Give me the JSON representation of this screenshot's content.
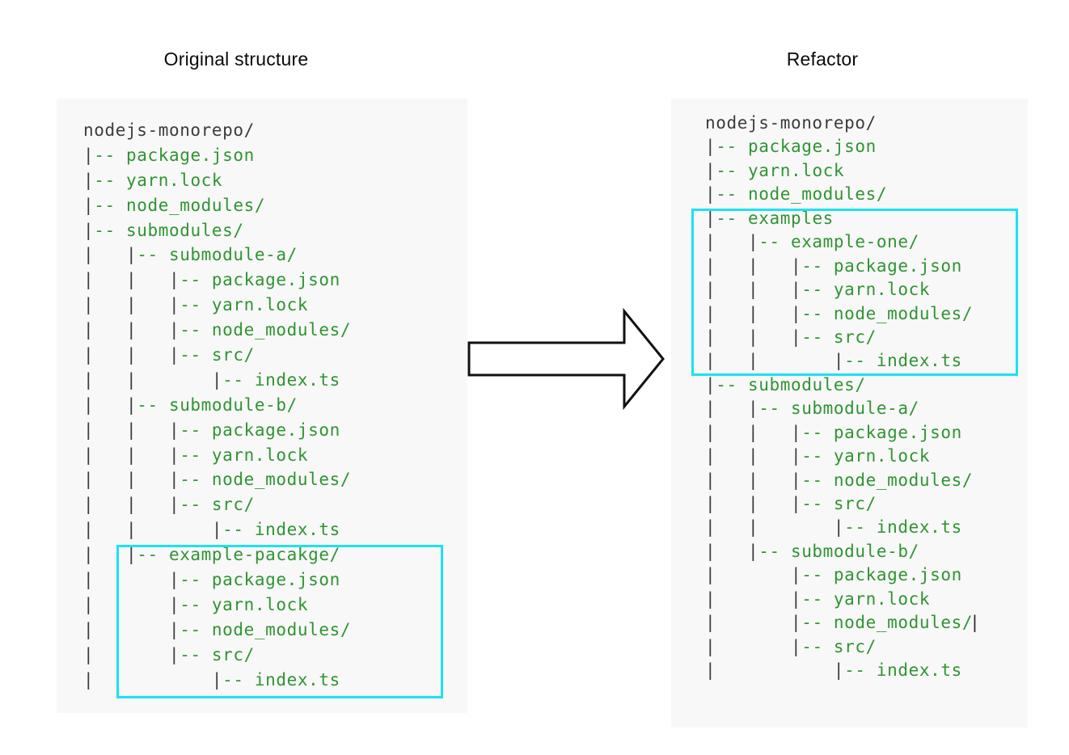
{
  "titles": {
    "left": "Original structure",
    "right": "Refactor"
  },
  "colors": {
    "green": "#2f9432",
    "dark": "#3c3c3c",
    "panel_bg": "#f8f8f8",
    "highlight": "#1be2f2",
    "title": "#0a0a0a",
    "page_bg": "#ffffff"
  },
  "left_tree": {
    "lines": [
      [
        [
          "nodejs-monorepo/",
          "d"
        ]
      ],
      [
        [
          "|",
          "d"
        ],
        [
          "-- package.json",
          "g"
        ]
      ],
      [
        [
          "|",
          "d"
        ],
        [
          "-- yarn.lock",
          "g"
        ]
      ],
      [
        [
          "|",
          "d"
        ],
        [
          "-- node_modules/",
          "g"
        ]
      ],
      [
        [
          "|",
          "d"
        ],
        [
          "-- submodules/",
          "g"
        ]
      ],
      [
        [
          "|   |",
          "d"
        ],
        [
          "-- submodule-a/",
          "g"
        ]
      ],
      [
        [
          "|   |   |",
          "d"
        ],
        [
          "-- package.json",
          "g"
        ]
      ],
      [
        [
          "|   |   |",
          "d"
        ],
        [
          "-- yarn.lock",
          "g"
        ]
      ],
      [
        [
          "|   |   |",
          "d"
        ],
        [
          "-- node_modules/",
          "g"
        ]
      ],
      [
        [
          "|   |   |",
          "d"
        ],
        [
          "-- src/",
          "g"
        ]
      ],
      [
        [
          "|   |       |",
          "d"
        ],
        [
          "-- index.ts",
          "g"
        ]
      ],
      [
        [
          "|   |",
          "d"
        ],
        [
          "-- submodule-b/",
          "g"
        ]
      ],
      [
        [
          "|   |   |",
          "d"
        ],
        [
          "-- package.json",
          "g"
        ]
      ],
      [
        [
          "|   |   |",
          "d"
        ],
        [
          "-- yarn.lock",
          "g"
        ]
      ],
      [
        [
          "|   |   |",
          "d"
        ],
        [
          "-- node_modules/",
          "g"
        ]
      ],
      [
        [
          "|   |   |",
          "d"
        ],
        [
          "-- src/",
          "g"
        ]
      ],
      [
        [
          "|   |       |",
          "d"
        ],
        [
          "-- index.ts",
          "g"
        ]
      ],
      [
        [
          "|   |",
          "d"
        ],
        [
          "-- example-pacakge/",
          "g"
        ]
      ],
      [
        [
          "|       |",
          "d"
        ],
        [
          "-- package.json",
          "g"
        ]
      ],
      [
        [
          "|       |",
          "d"
        ],
        [
          "-- yarn.lock",
          "g"
        ]
      ],
      [
        [
          "|       |",
          "d"
        ],
        [
          "-- node_modules/",
          "g"
        ]
      ],
      [
        [
          "|       |",
          "d"
        ],
        [
          "-- src/",
          "g"
        ]
      ],
      [
        [
          "|           |",
          "d"
        ],
        [
          "-- index.ts",
          "g"
        ]
      ]
    ]
  },
  "right_tree": {
    "lines": [
      [
        [
          "nodejs-monorepo/",
          "d"
        ]
      ],
      [
        [
          "|",
          "d"
        ],
        [
          "-- package.json",
          "g"
        ]
      ],
      [
        [
          "|",
          "d"
        ],
        [
          "-- yarn.lock",
          "g"
        ]
      ],
      [
        [
          "|",
          "d"
        ],
        [
          "-- node_modules/",
          "g"
        ]
      ],
      [
        [
          "|",
          "d"
        ],
        [
          "-- examples",
          "g"
        ]
      ],
      [
        [
          "|   |",
          "d"
        ],
        [
          "-- example-one/",
          "g"
        ]
      ],
      [
        [
          "|   |   |",
          "d"
        ],
        [
          "-- package.json",
          "g"
        ]
      ],
      [
        [
          "|   |   |",
          "d"
        ],
        [
          "-- yarn.lock",
          "g"
        ]
      ],
      [
        [
          "|   |   |",
          "d"
        ],
        [
          "-- node_modules/",
          "g"
        ]
      ],
      [
        [
          "|   |   |",
          "d"
        ],
        [
          "-- src/",
          "g"
        ]
      ],
      [
        [
          "|   |       |",
          "d"
        ],
        [
          "-- index.ts",
          "g"
        ]
      ],
      [
        [
          "|",
          "d"
        ],
        [
          "-- submodules/",
          "g"
        ]
      ],
      [
        [
          "|   |",
          "d"
        ],
        [
          "-- submodule-a/",
          "g"
        ]
      ],
      [
        [
          "|   |   |",
          "d"
        ],
        [
          "-- package.json",
          "g"
        ]
      ],
      [
        [
          "|   |   |",
          "d"
        ],
        [
          "-- yarn.lock",
          "g"
        ]
      ],
      [
        [
          "|   |   |",
          "d"
        ],
        [
          "-- node_modules/",
          "g"
        ]
      ],
      [
        [
          "|   |   |",
          "d"
        ],
        [
          "-- src/",
          "g"
        ]
      ],
      [
        [
          "|   |       |",
          "d"
        ],
        [
          "-- index.ts",
          "g"
        ]
      ],
      [
        [
          "|   |",
          "d"
        ],
        [
          "-- submodule-b/",
          "g"
        ]
      ],
      [
        [
          "|       |",
          "d"
        ],
        [
          "-- package.json",
          "g"
        ]
      ],
      [
        [
          "|       |",
          "d"
        ],
        [
          "-- yarn.lock",
          "g"
        ]
      ],
      [
        [
          "|       |",
          "d"
        ],
        [
          "-- node_modules/",
          "g"
        ],
        [
          "|",
          "caret"
        ]
      ],
      [
        [
          "|       |",
          "d"
        ],
        [
          "-- src/",
          "g"
        ]
      ],
      [
        [
          "|           |",
          "d"
        ],
        [
          "-- index.ts",
          "g"
        ]
      ]
    ]
  }
}
